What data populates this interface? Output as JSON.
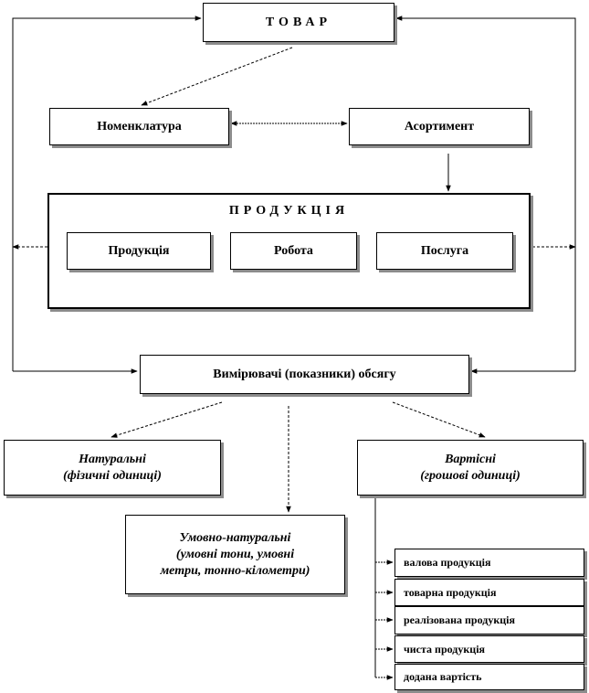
{
  "nodes": {
    "tovar": "ТОВАР",
    "nomenclature": "Номенклатура",
    "assortment": "Асортимент",
    "products_group": "ПРОДУКЦІЯ",
    "product": "Продукція",
    "work": "Робота",
    "service": "Послуга",
    "volume_measures": "Вимірювачі (показники) обсягу",
    "natural_line1": "Натуральні",
    "natural_line2": "(фізичні одиниці)",
    "value_line1": "Вартісні",
    "value_line2": "(грошові одиниці)",
    "cond_line1": "Умовно-натуральні",
    "cond_line2": "(умовні тони, умовні",
    "cond_line3": "метри, тонно-кілометри)"
  },
  "value_indicators": [
    "валова продукція",
    "товарна продукція",
    "реалізована продукція",
    "чиста продукція",
    "додана вартість"
  ]
}
